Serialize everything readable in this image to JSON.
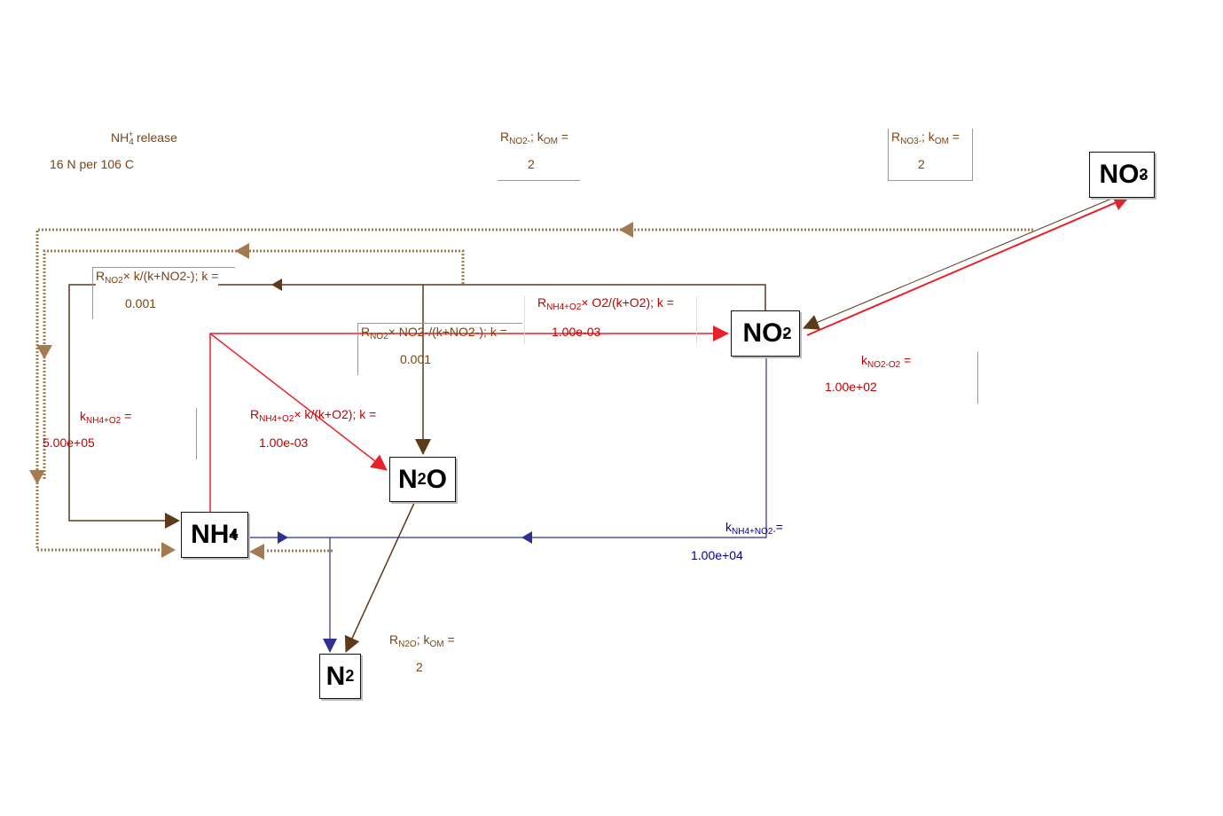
{
  "nodes": {
    "nh4": {
      "label": "NH",
      "sub": "4",
      "sup": "+"
    },
    "no2": {
      "label": "NO",
      "sub": "2",
      "sup": "-"
    },
    "no3": {
      "label": "NO",
      "sub": "3",
      "sup": "-"
    },
    "n2o": {
      "label": "N",
      "sub": "2",
      "rest": "O"
    },
    "n2": {
      "label": "N",
      "sub": "2"
    }
  },
  "labels": {
    "nh4_release": {
      "text": "NH",
      "sub": "4",
      "sup": "+",
      "rest": " release",
      "value": "16 N per 106 C"
    },
    "r_no2_kom": {
      "r": "R",
      "rsub": "NO2-",
      "mid": "; k",
      "msub": "OM",
      "eq": " =",
      "value": "2"
    },
    "r_no3_kom": {
      "r": "R",
      "rsub": "NO3-",
      "mid": "; k",
      "msub": "OM",
      "eq": " =",
      "value": "2"
    },
    "r_n2o_kom": {
      "r": "R",
      "rsub": "N2O",
      "mid": "; k",
      "msub": "OM",
      "eq": " =",
      "value": "2"
    },
    "r_no2_inhib": {
      "r": "R",
      "rsub": "NO2",
      "expr": "× k/(k+NO2-); k =",
      "value": "0.001"
    },
    "r_no2_frac": {
      "r": "R",
      "rsub": "NO2",
      "expr": "× NO2-/(k+NO2-); k =",
      "value": "0.001"
    },
    "r_nh4o2_o2": {
      "r": "R",
      "rsub": "NH4+O2",
      "expr": "× O2/(k+O2); k =",
      "value": "1.00e-03"
    },
    "r_nh4o2_k": {
      "r": "R",
      "rsub": "NH4+O2",
      "expr": "× k/(k+O2); k =",
      "value": "1.00e-03"
    },
    "k_nh4o2": {
      "k": "k",
      "ksub": "NH4+O2",
      "eq": " =",
      "value": "5.00e+05"
    },
    "k_no2o2": {
      "k": "k",
      "ksub": "NO2-O2",
      "eq": " =",
      "value": "1.00e+02"
    },
    "k_nh4no2": {
      "k": "k",
      "ksub": "NH4+NO2-",
      "eq": "=",
      "value": "1.00e+04"
    }
  },
  "colors": {
    "brown": "#5c3a1a",
    "light_brown": "#a47a50",
    "red": "#e8202a",
    "blue": "#2e3192"
  }
}
